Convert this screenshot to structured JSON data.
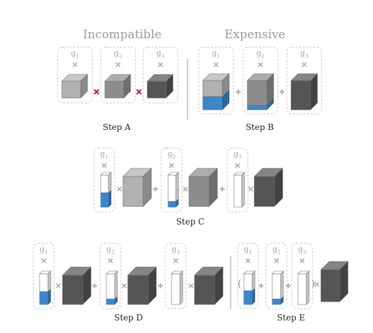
{
  "diagram": {
    "headers": {
      "incompatible": "Incompatible",
      "expensive": "Expensive"
    },
    "steps": {
      "a": "Step A",
      "b": "Step B",
      "c": "Step C",
      "d": "Step D",
      "e": "Step E"
    },
    "group_letter": "g",
    "subscripts": [
      "1",
      "2",
      "3"
    ],
    "paren_open": "(",
    "paren_close": ")",
    "colors": {
      "cube_light": "#b1b1b1",
      "cube_mid": "#8d8d8d",
      "cube_dark": "#555555",
      "fill_blue": "#3f86c9",
      "frame": "#c6c6c6",
      "cross_red": "#c0161b",
      "cross_gray": "#adadad"
    },
    "fill_levels": {
      "step_b_g1": 0.45,
      "step_b_g2": 0.15,
      "step_c": [
        0.45,
        0.18,
        0
      ],
      "step_d": [
        0.42,
        0.18,
        0
      ],
      "step_e": [
        0.45,
        0.18,
        0
      ]
    }
  }
}
